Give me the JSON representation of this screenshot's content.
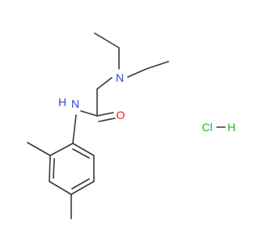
{
  "molecule": {
    "atoms": {
      "amine_n": {
        "symbol": "N",
        "color": "#2f4bd6"
      },
      "amide_n": {
        "symbol": "N",
        "color": "#2f4bd6"
      },
      "amide_h": {
        "symbol": "H",
        "color": "#2f4bd6"
      },
      "carbonyl_o": {
        "symbol": "O",
        "color": "#e8231b"
      },
      "chloride": {
        "symbol": "Cl",
        "color": "#2db52d"
      },
      "hydride": {
        "symbol": "H",
        "color": "#2db52d"
      }
    },
    "bond_color": "#3b3b3b"
  }
}
